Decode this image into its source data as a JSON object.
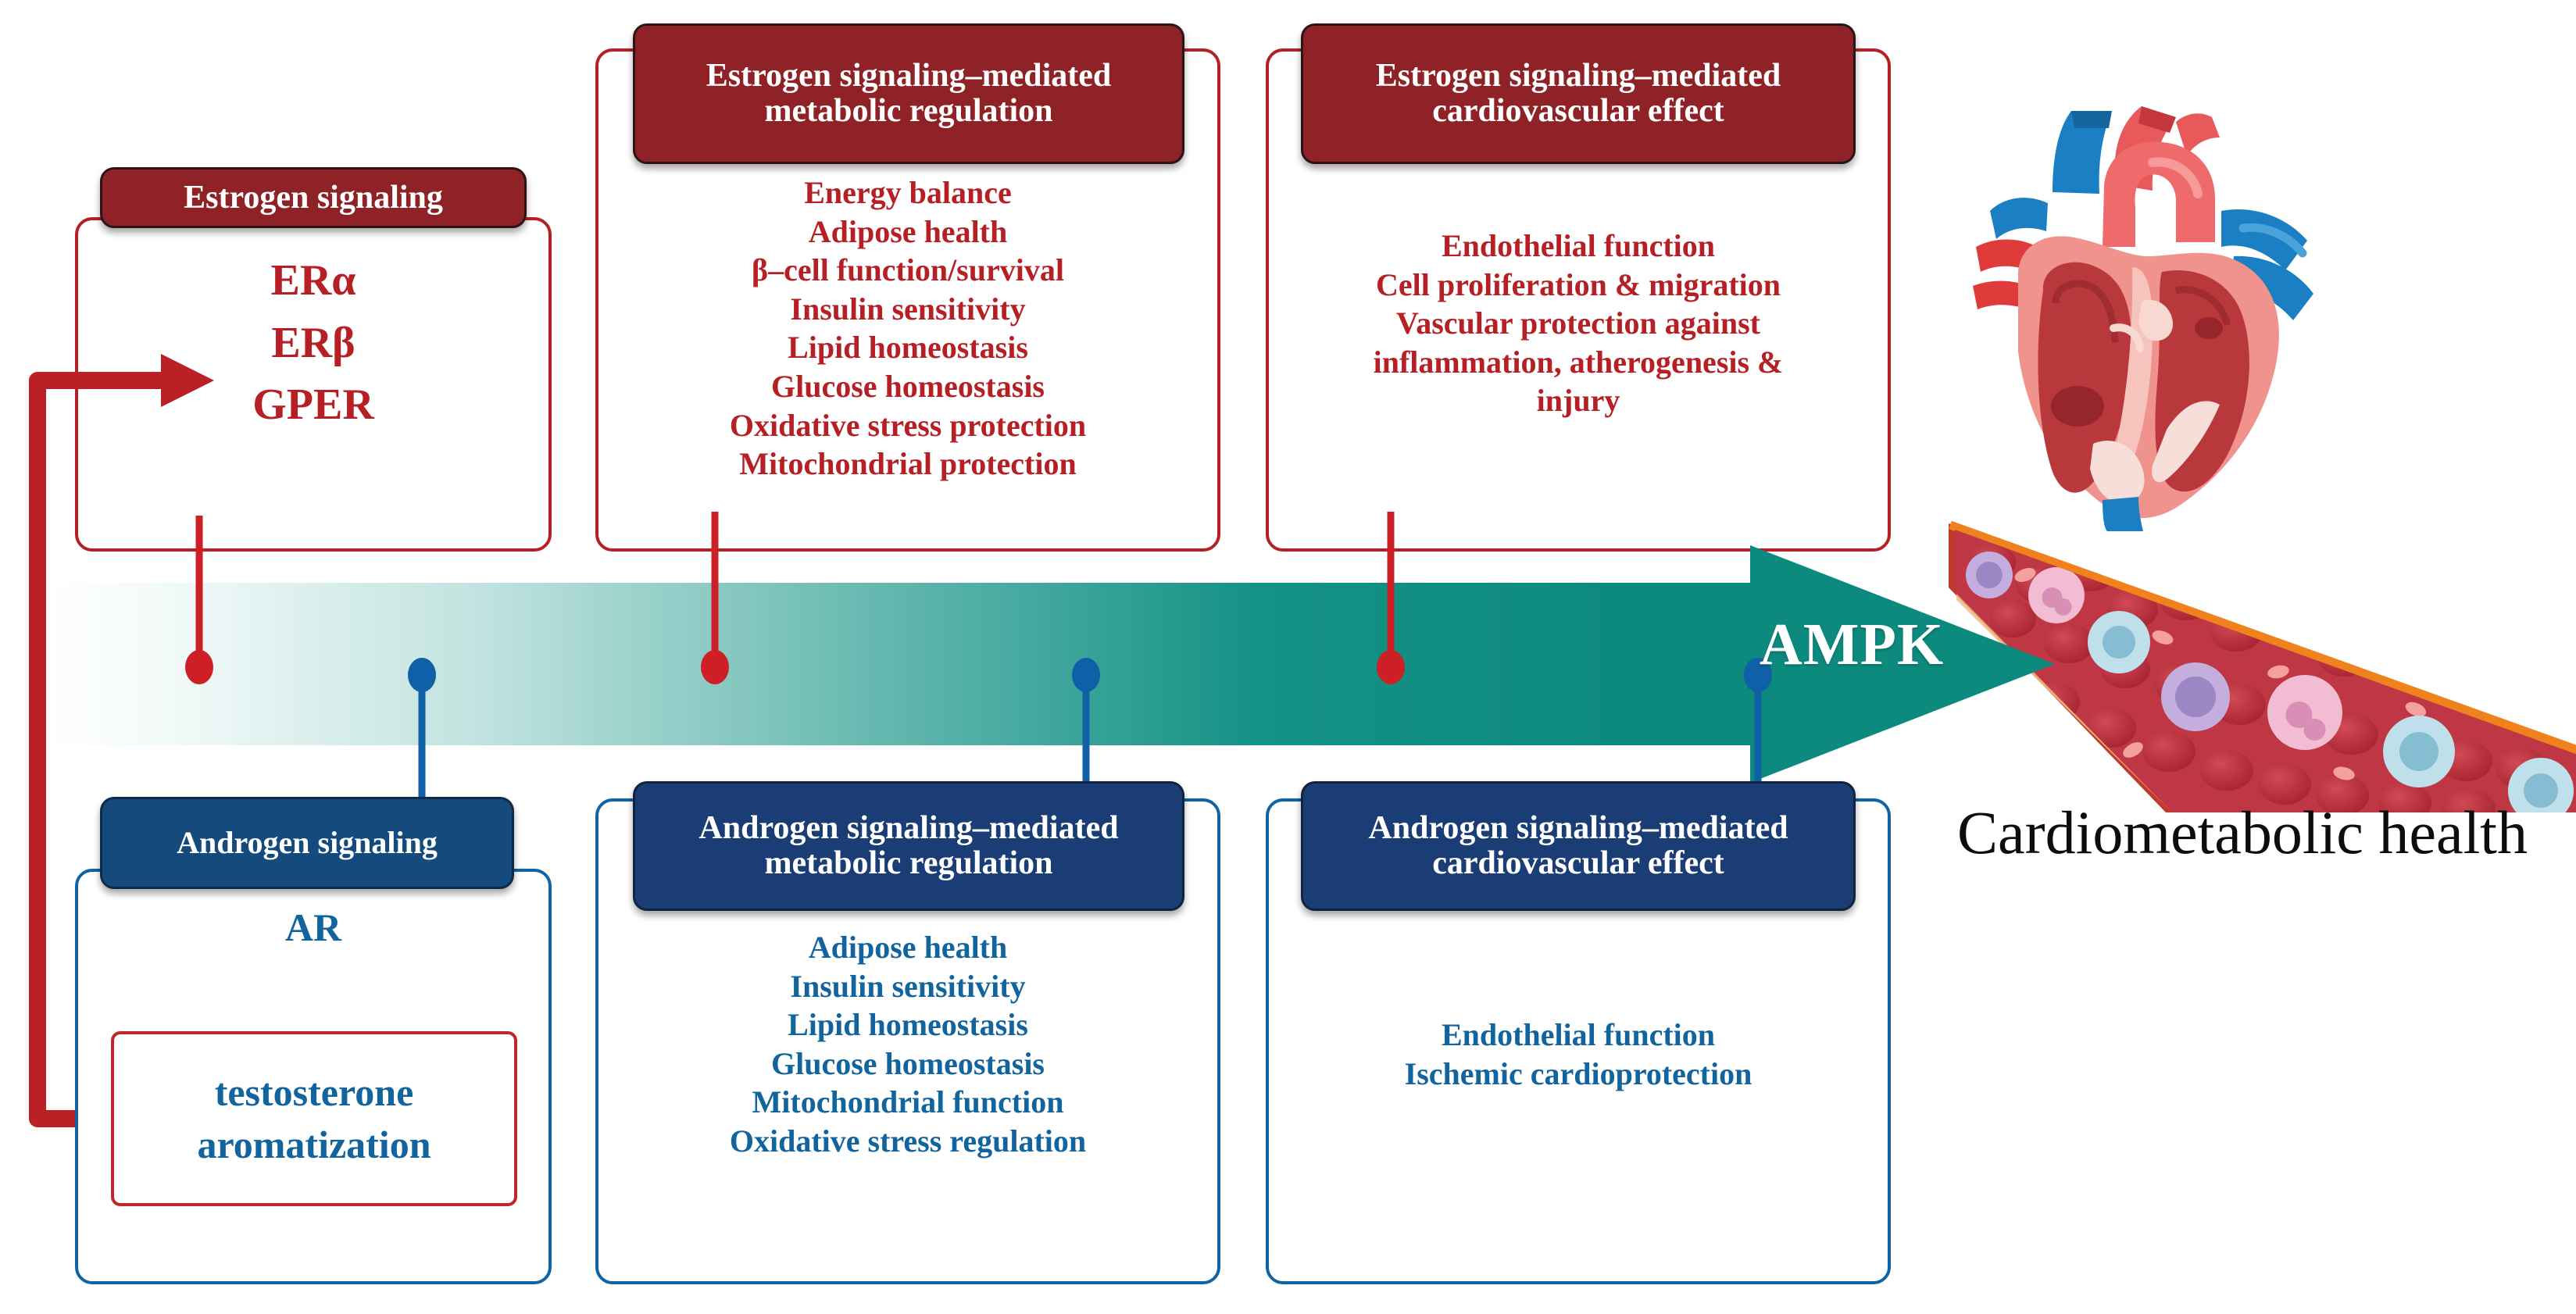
{
  "diagram": {
    "title_label": "Cardiometabolic health",
    "pathway_label": "AMPK",
    "colors": {
      "estrogen_header": "#8e2226",
      "estrogen_text": "#b62025",
      "androgen_header": "#1b3d75",
      "androgen_text": "#12649f",
      "arrow": "#0d8a7e",
      "footer_text": "#0d0d0d"
    }
  },
  "estrogen": {
    "signaling": {
      "header": "Estrogen signaling",
      "receptors": [
        "ERα",
        "ERβ",
        "GPER"
      ]
    },
    "metabolic": {
      "header": "Estrogen signaling–mediated metabolic regulation",
      "items": [
        "Energy balance",
        "Adipose health",
        "β–cell function/survival",
        "Insulin sensitivity",
        "Lipid homeostasis",
        "Glucose homeostasis",
        "Oxidative stress protection",
        "Mitochondrial protection"
      ]
    },
    "cardiovascular": {
      "header": "Estrogen signaling–mediated cardiovascular effect",
      "items": [
        "Endothelial function",
        "Cell proliferation & migration",
        "Vascular protection against",
        "inflammation, atherogenesis &",
        "injury"
      ]
    }
  },
  "androgen": {
    "signaling": {
      "header": "Androgen signaling",
      "receptor": "AR",
      "conversion": [
        "testosterone",
        "aromatization"
      ]
    },
    "metabolic": {
      "header": "Androgen signaling–mediated metabolic regulation",
      "items": [
        "Adipose health",
        "Insulin sensitivity",
        "Lipid homeostasis",
        "Glucose homeostasis",
        "Mitochondrial function",
        "Oxidative stress regulation"
      ]
    },
    "cardiovascular": {
      "header": "Androgen signaling–mediated cardiovascular effect",
      "items": [
        "Endothelial function",
        "Ischemic cardioprotection"
      ]
    }
  },
  "illustrations": {
    "heart": "anatomical-heart-cross-section",
    "vessel": "blood-vessel-with-blood-cells"
  }
}
